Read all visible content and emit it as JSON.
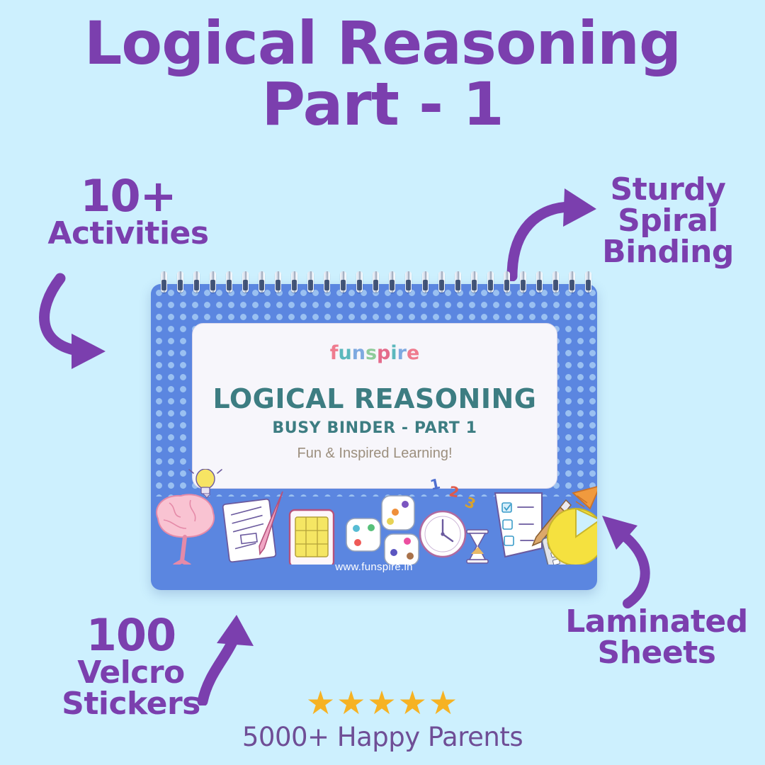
{
  "background_color": "#cdf0fe",
  "accent_purple": "#7b3fae",
  "cover_blue": "#5b86e0",
  "cover_dot_blue": "#9dc3f2",
  "cover_teal": "#3d7d82",
  "star_gold": "#f6b223",
  "headline": {
    "line1": "Logical Reasoning",
    "line2": "Part - 1"
  },
  "callouts": [
    {
      "id": "activities",
      "big": "10+",
      "small": "Activities"
    },
    {
      "id": "binding",
      "big": "Sturdy",
      "small": "Spiral",
      "small2": "Binding"
    },
    {
      "id": "stickers",
      "big": "100",
      "small": "Velcro",
      "small2": "Stickers"
    },
    {
      "id": "laminated",
      "big": "Laminated",
      "small": "Sheets"
    }
  ],
  "book_cover": {
    "brand": "funspire",
    "brand_letters": [
      {
        "ch": "f",
        "color": "#ef7b8e"
      },
      {
        "ch": "u",
        "color": "#5bb8bd"
      },
      {
        "ch": "n",
        "color": "#7ea9e0"
      },
      {
        "ch": "s",
        "color": "#8ecb9a"
      },
      {
        "ch": "p",
        "color": "#e46b8b"
      },
      {
        "ch": "i",
        "color": "#5bb8bd"
      },
      {
        "ch": "r",
        "color": "#7ea9e0"
      },
      {
        "ch": "e",
        "color": "#ef7b8e"
      }
    ],
    "title": "LOGICAL REASONING",
    "subtitle": "BUSY BINDER - PART 1",
    "tagline": "Fun & Inspired Learning!",
    "url": "www.funspire.in",
    "icons": [
      "lightbulb-icon",
      "brain-icon",
      "paper-pencil-icon",
      "sudoku-grid-icon",
      "dot-card-icon",
      "dot-card-icon",
      "dot-card-icon",
      "numbers-123-icon",
      "clock-icon",
      "hourglass-icon",
      "checklist-icon",
      "pencil-icon",
      "calculator-icon",
      "pie-chart-icon"
    ],
    "spiral_ring_count": 27
  },
  "rating": {
    "stars": "★★★★★",
    "star_count": 5,
    "text": "5000+ Happy Parents"
  },
  "numbers_123": [
    "1",
    "2",
    "3"
  ]
}
